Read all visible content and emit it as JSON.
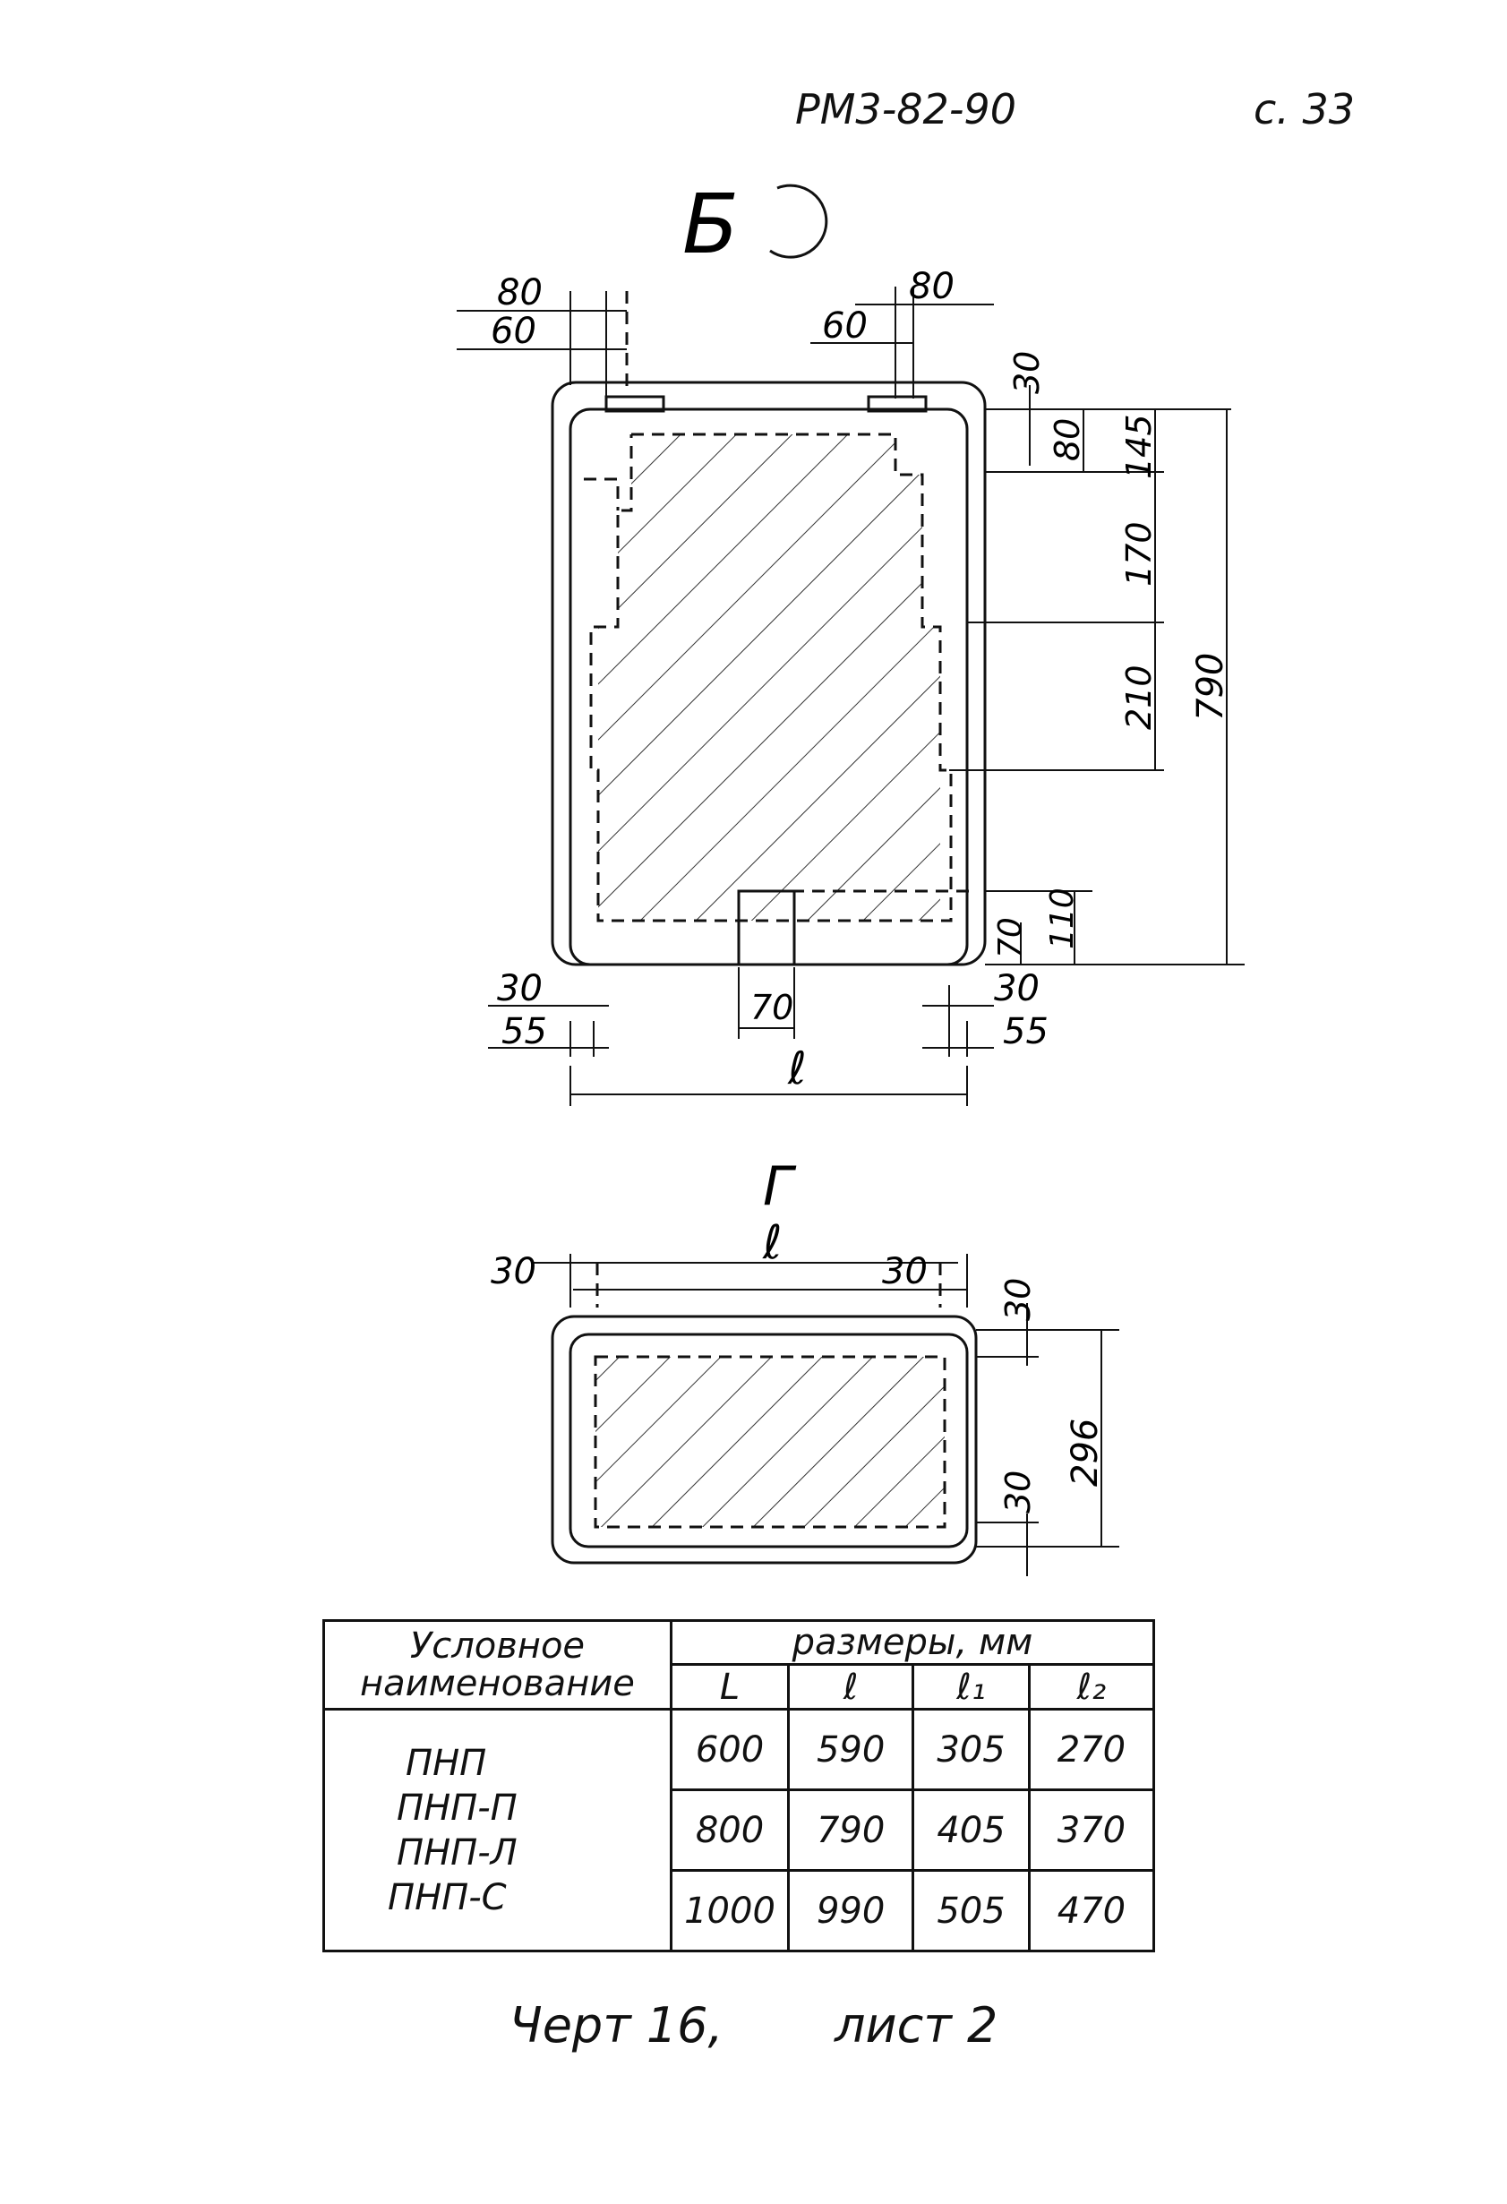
{
  "header": {
    "doc_code": "РМ3-82-90",
    "page": "с. 33"
  },
  "view_b": {
    "title": "Б",
    "dimensions": {
      "top_left_a": "80",
      "top_left_b": "60",
      "top_right_a": "80",
      "top_right_b": "60",
      "right_30": "30",
      "right_80": "80",
      "right_145": "145",
      "right_170": "170",
      "right_210": "210",
      "right_790": "790",
      "right_110": "110",
      "right_70": "70",
      "bottom_left_a": "30",
      "bottom_left_b": "55",
      "bottom_right_a": "30",
      "bottom_right_b": "55",
      "bottom_70": "70",
      "length": "ℓ"
    }
  },
  "view_g": {
    "title": "Г",
    "dimensions": {
      "length": "ℓ",
      "left_30": "30",
      "right_30": "30",
      "side_30_top": "30",
      "side_30_bottom": "30",
      "height_296": "296"
    }
  },
  "table": {
    "name_header_line1": "Условное",
    "name_header_line2": "наименование",
    "sizes_header": "размеры, мм",
    "columns": [
      "L",
      "ℓ",
      "ℓ₁",
      "ℓ₂"
    ],
    "names": [
      "ПНП",
      "ПНП-П",
      "ПНП-Л",
      "ПНП-С"
    ],
    "rows": [
      [
        "600",
        "590",
        "305",
        "270"
      ],
      [
        "800",
        "790",
        "405",
        "370"
      ],
      [
        "1000",
        "990",
        "505",
        "470"
      ]
    ]
  },
  "caption": {
    "left": "Черт 16,",
    "right": "лист 2"
  }
}
